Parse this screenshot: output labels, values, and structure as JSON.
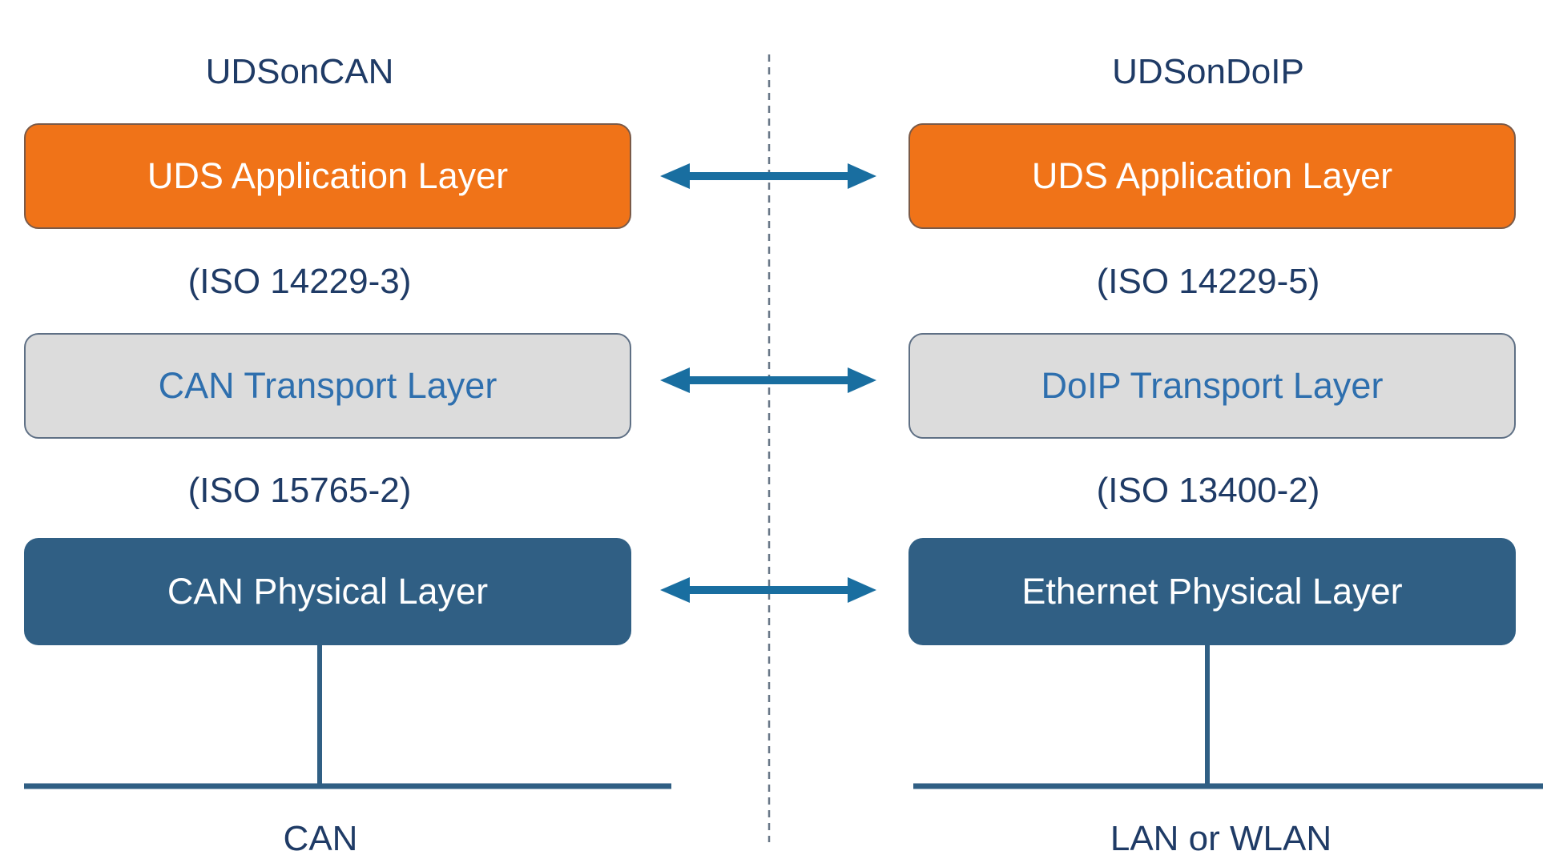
{
  "colors": {
    "application": "#f07318",
    "transport": "#dcdcdc",
    "transport_text": "#2e6fae",
    "physical": "#305f84",
    "arrow": "#196ea0",
    "line": "#305f84",
    "divider": "#6a7888"
  },
  "left": {
    "heading": "UDSonCAN",
    "application": "UDS Application Layer",
    "application_standard": "(ISO 14229-3)",
    "transport": "CAN Transport Layer",
    "transport_standard": "(ISO 15765-2)",
    "physical": "CAN Physical Layer",
    "bus": "CAN"
  },
  "right": {
    "heading": "UDSonDoIP",
    "application": "UDS Application Layer",
    "application_standard": "(ISO 14229-5)",
    "transport": "DoIP Transport Layer",
    "transport_standard": "(ISO 13400-2)",
    "physical": "Ethernet Physical Layer",
    "bus": "LAN or WLAN"
  }
}
